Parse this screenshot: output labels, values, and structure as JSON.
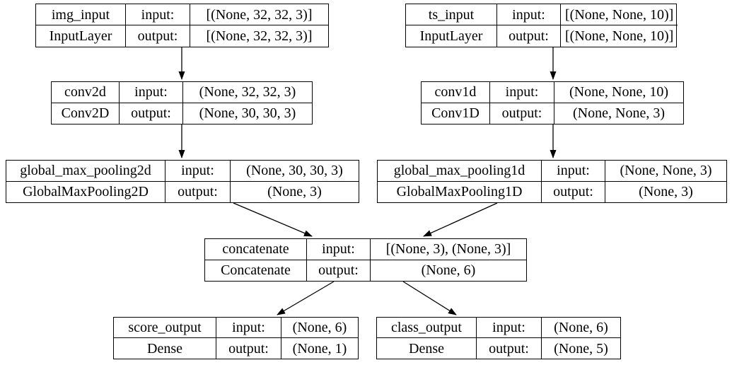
{
  "labels": {
    "input": "input:",
    "output": "output:"
  },
  "colors": {
    "background": "#ffffff",
    "border": "#000000",
    "text": "#000000",
    "edge": "#000000"
  },
  "nodes": [
    {
      "name": "img_input",
      "type": "InputLayer",
      "input_shape": "[(None, 32, 32, 3)]",
      "output_shape": "[(None, 32, 32, 3)]"
    },
    {
      "name": "ts_input",
      "type": "InputLayer",
      "input_shape": "[(None, None, 10)]",
      "output_shape": "[(None, None, 10)]"
    },
    {
      "name": "conv2d",
      "type": "Conv2D",
      "input_shape": "(None, 32, 32, 3)",
      "output_shape": "(None, 30, 30, 3)"
    },
    {
      "name": "conv1d",
      "type": "Conv1D",
      "input_shape": "(None, None, 10)",
      "output_shape": "(None, None, 3)"
    },
    {
      "name": "global_max_pooling2d",
      "type": "GlobalMaxPooling2D",
      "input_shape": "(None, 30, 30, 3)",
      "output_shape": "(None, 3)"
    },
    {
      "name": "global_max_pooling1d",
      "type": "GlobalMaxPooling1D",
      "input_shape": "(None, None, 3)",
      "output_shape": "(None, 3)"
    },
    {
      "name": "concatenate",
      "type": "Concatenate",
      "input_shape": "[(None, 3), (None, 3)]",
      "output_shape": "(None, 6)"
    },
    {
      "name": "score_output",
      "type": "Dense",
      "input_shape": "(None, 6)",
      "output_shape": "(None, 1)"
    },
    {
      "name": "class_output",
      "type": "Dense",
      "input_shape": "(None, 6)",
      "output_shape": "(None, 5)"
    }
  ],
  "edges": [
    {
      "from": "img_input",
      "to": "conv2d"
    },
    {
      "from": "ts_input",
      "to": "conv1d"
    },
    {
      "from": "conv2d",
      "to": "global_max_pooling2d"
    },
    {
      "from": "conv1d",
      "to": "global_max_pooling1d"
    },
    {
      "from": "global_max_pooling2d",
      "to": "concatenate"
    },
    {
      "from": "global_max_pooling1d",
      "to": "concatenate"
    },
    {
      "from": "concatenate",
      "to": "score_output"
    },
    {
      "from": "concatenate",
      "to": "class_output"
    }
  ]
}
